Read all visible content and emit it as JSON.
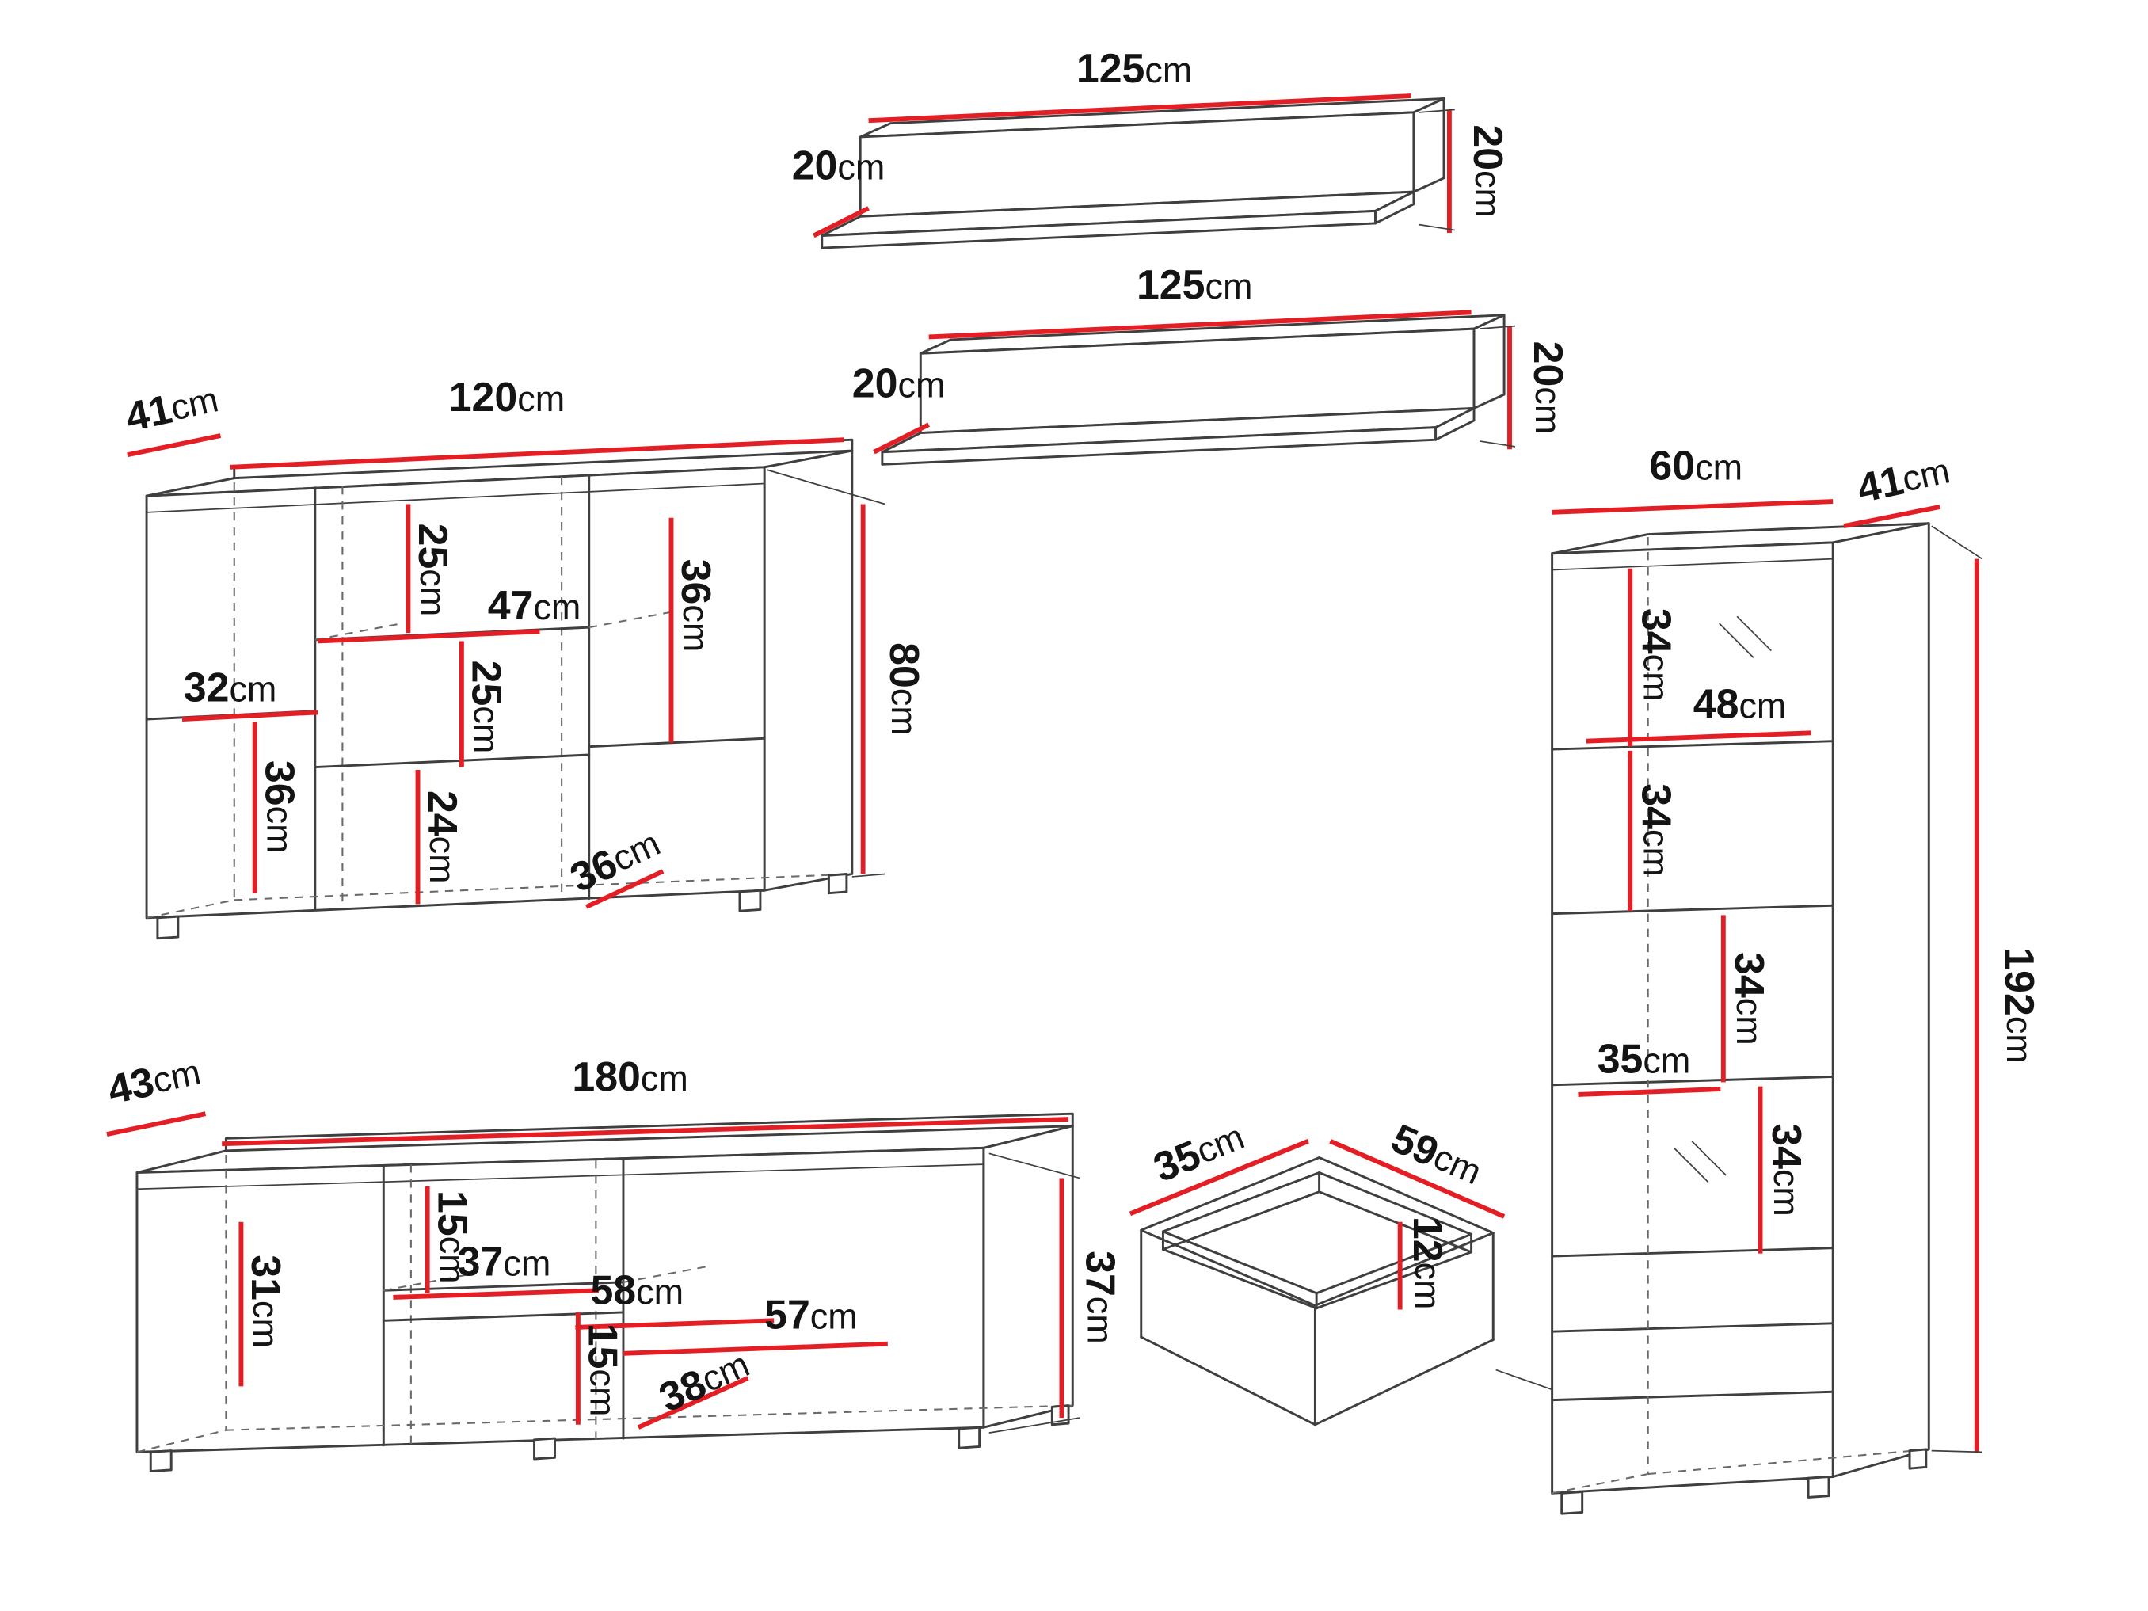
{
  "unit": "cm",
  "colors": {
    "background": "#ffffff",
    "outline": "#3f3f3f",
    "dimension": "#e31e24",
    "text": "#141414"
  },
  "pieces": {
    "shelf_top": {
      "width": "125",
      "depth": "20",
      "height": "20"
    },
    "shelf_bottom": {
      "width": "125",
      "depth": "20",
      "height": "20"
    },
    "sideboard": {
      "width": "120",
      "depth": "41",
      "height": "80",
      "inner": {
        "top_section": "25",
        "shelf_width": "47",
        "right_section": "36",
        "left_width": "32",
        "mid_section": "25",
        "left_section": "36",
        "bottom_section": "24",
        "bottom_depth": "36"
      }
    },
    "tv_stand": {
      "width": "180",
      "depth": "43",
      "height": "37",
      "inner": {
        "left_section": "31",
        "top_gap": "15",
        "shelf_width": "37",
        "mid_width": "58",
        "bottom_gap": "15",
        "right_width": "57",
        "bottom_depth": "38"
      }
    },
    "drawer": {
      "depth": "35",
      "width": "59",
      "height": "12"
    },
    "cabinet": {
      "width": "60",
      "depth": "41",
      "height": "192",
      "inner": {
        "section_1": "34",
        "inner_width": "48",
        "section_2": "34",
        "section_3": "34",
        "shelf_width": "35",
        "section_4": "34"
      }
    }
  }
}
